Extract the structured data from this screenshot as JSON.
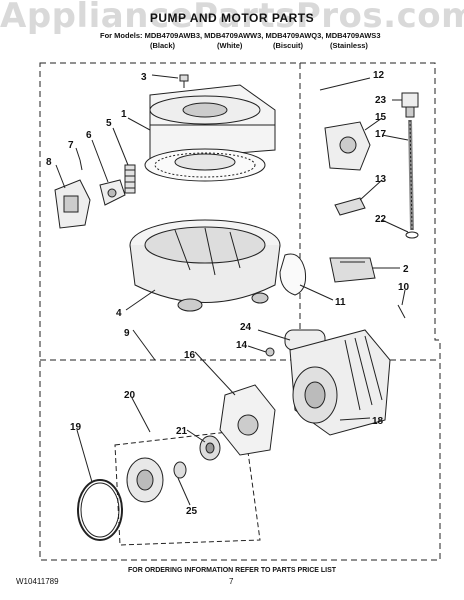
{
  "watermark": "AppliancePartsPros.com",
  "title": "PUMP AND MOTOR PARTS",
  "models_line": "For Models: MDB4709AWB3, MDB4709AWW3, MDB4709AWQ3, MDB4709AWS3",
  "colors": [
    "(Black)",
    "(White)",
    "(Biscuit)",
    "(Stainless)"
  ],
  "footer": {
    "code": "W10411789",
    "page": "7",
    "info": "FOR ORDERING INFORMATION REFER TO PARTS PRICE LIST"
  },
  "callouts": [
    "3",
    "1",
    "12",
    "23",
    "15",
    "17",
    "13",
    "22",
    "2",
    "10",
    "11",
    "7",
    "6",
    "5",
    "8",
    "4",
    "9",
    "24",
    "14",
    "16",
    "20",
    "21",
    "19",
    "18",
    "25"
  ]
}
